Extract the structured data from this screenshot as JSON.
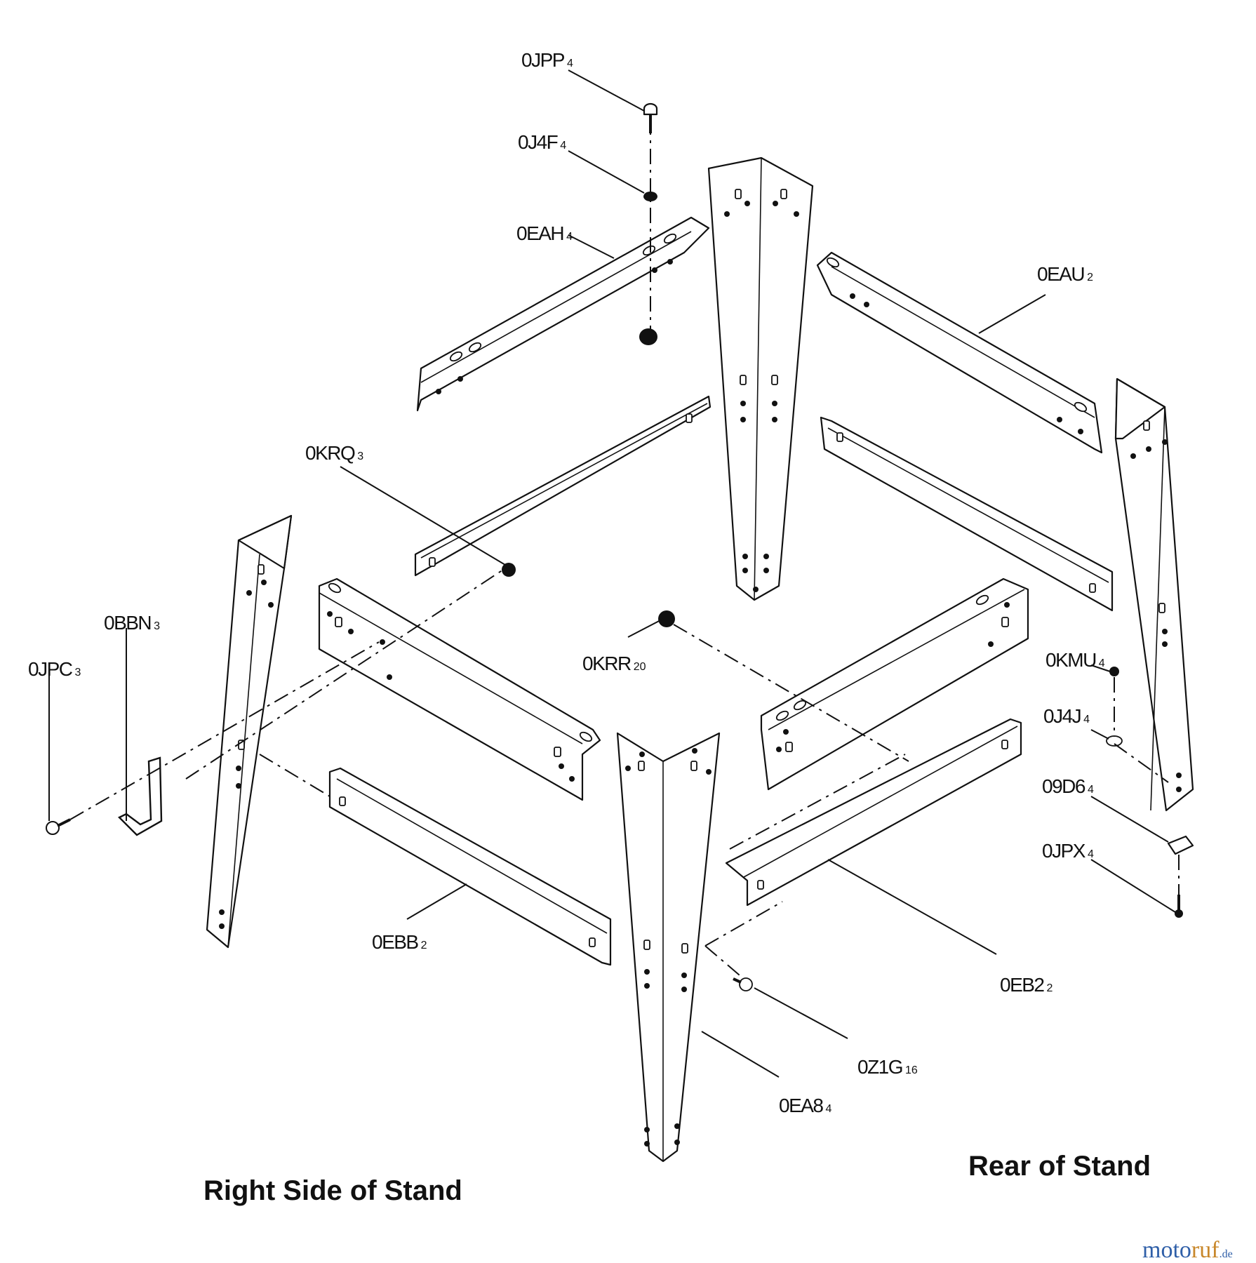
{
  "parts": [
    {
      "id": "p-0jpp",
      "code": "0JPP",
      "qty": "4"
    },
    {
      "id": "p-0j4f",
      "code": "0J4F",
      "qty": "4"
    },
    {
      "id": "p-0eah",
      "code": "0EAH",
      "qty": "4"
    },
    {
      "id": "p-0eau",
      "code": "0EAU",
      "qty": "2"
    },
    {
      "id": "p-0krq",
      "code": "0KRQ",
      "qty": "3"
    },
    {
      "id": "p-0bbn",
      "code": "0BBN",
      "qty": "3"
    },
    {
      "id": "p-0jpc",
      "code": "0JPC",
      "qty": "3"
    },
    {
      "id": "p-0krr",
      "code": "0KRR",
      "qty": "20"
    },
    {
      "id": "p-0kmu",
      "code": "0KMU",
      "qty": "4"
    },
    {
      "id": "p-0j4j",
      "code": "0J4J",
      "qty": "4"
    },
    {
      "id": "p-09d6",
      "code": "09D6",
      "qty": "4"
    },
    {
      "id": "p-0jpx",
      "code": "0JPX",
      "qty": "4"
    },
    {
      "id": "p-0ebb",
      "code": "0EBB",
      "qty": "2"
    },
    {
      "id": "p-0eb2",
      "code": "0EB2",
      "qty": "2"
    },
    {
      "id": "p-0z1g",
      "code": "0Z1G",
      "qty": "16"
    },
    {
      "id": "p-0ea8",
      "code": "0EA8",
      "qty": "4"
    }
  ],
  "captions": {
    "right_side": "Right Side of Stand",
    "rear": "Rear of Stand"
  },
  "watermark": {
    "part1": "moto",
    "part2": "ruf",
    "suffix": ".de",
    "colors": {
      "blue": "#2f5fa8",
      "orange": "#c8872a"
    }
  }
}
